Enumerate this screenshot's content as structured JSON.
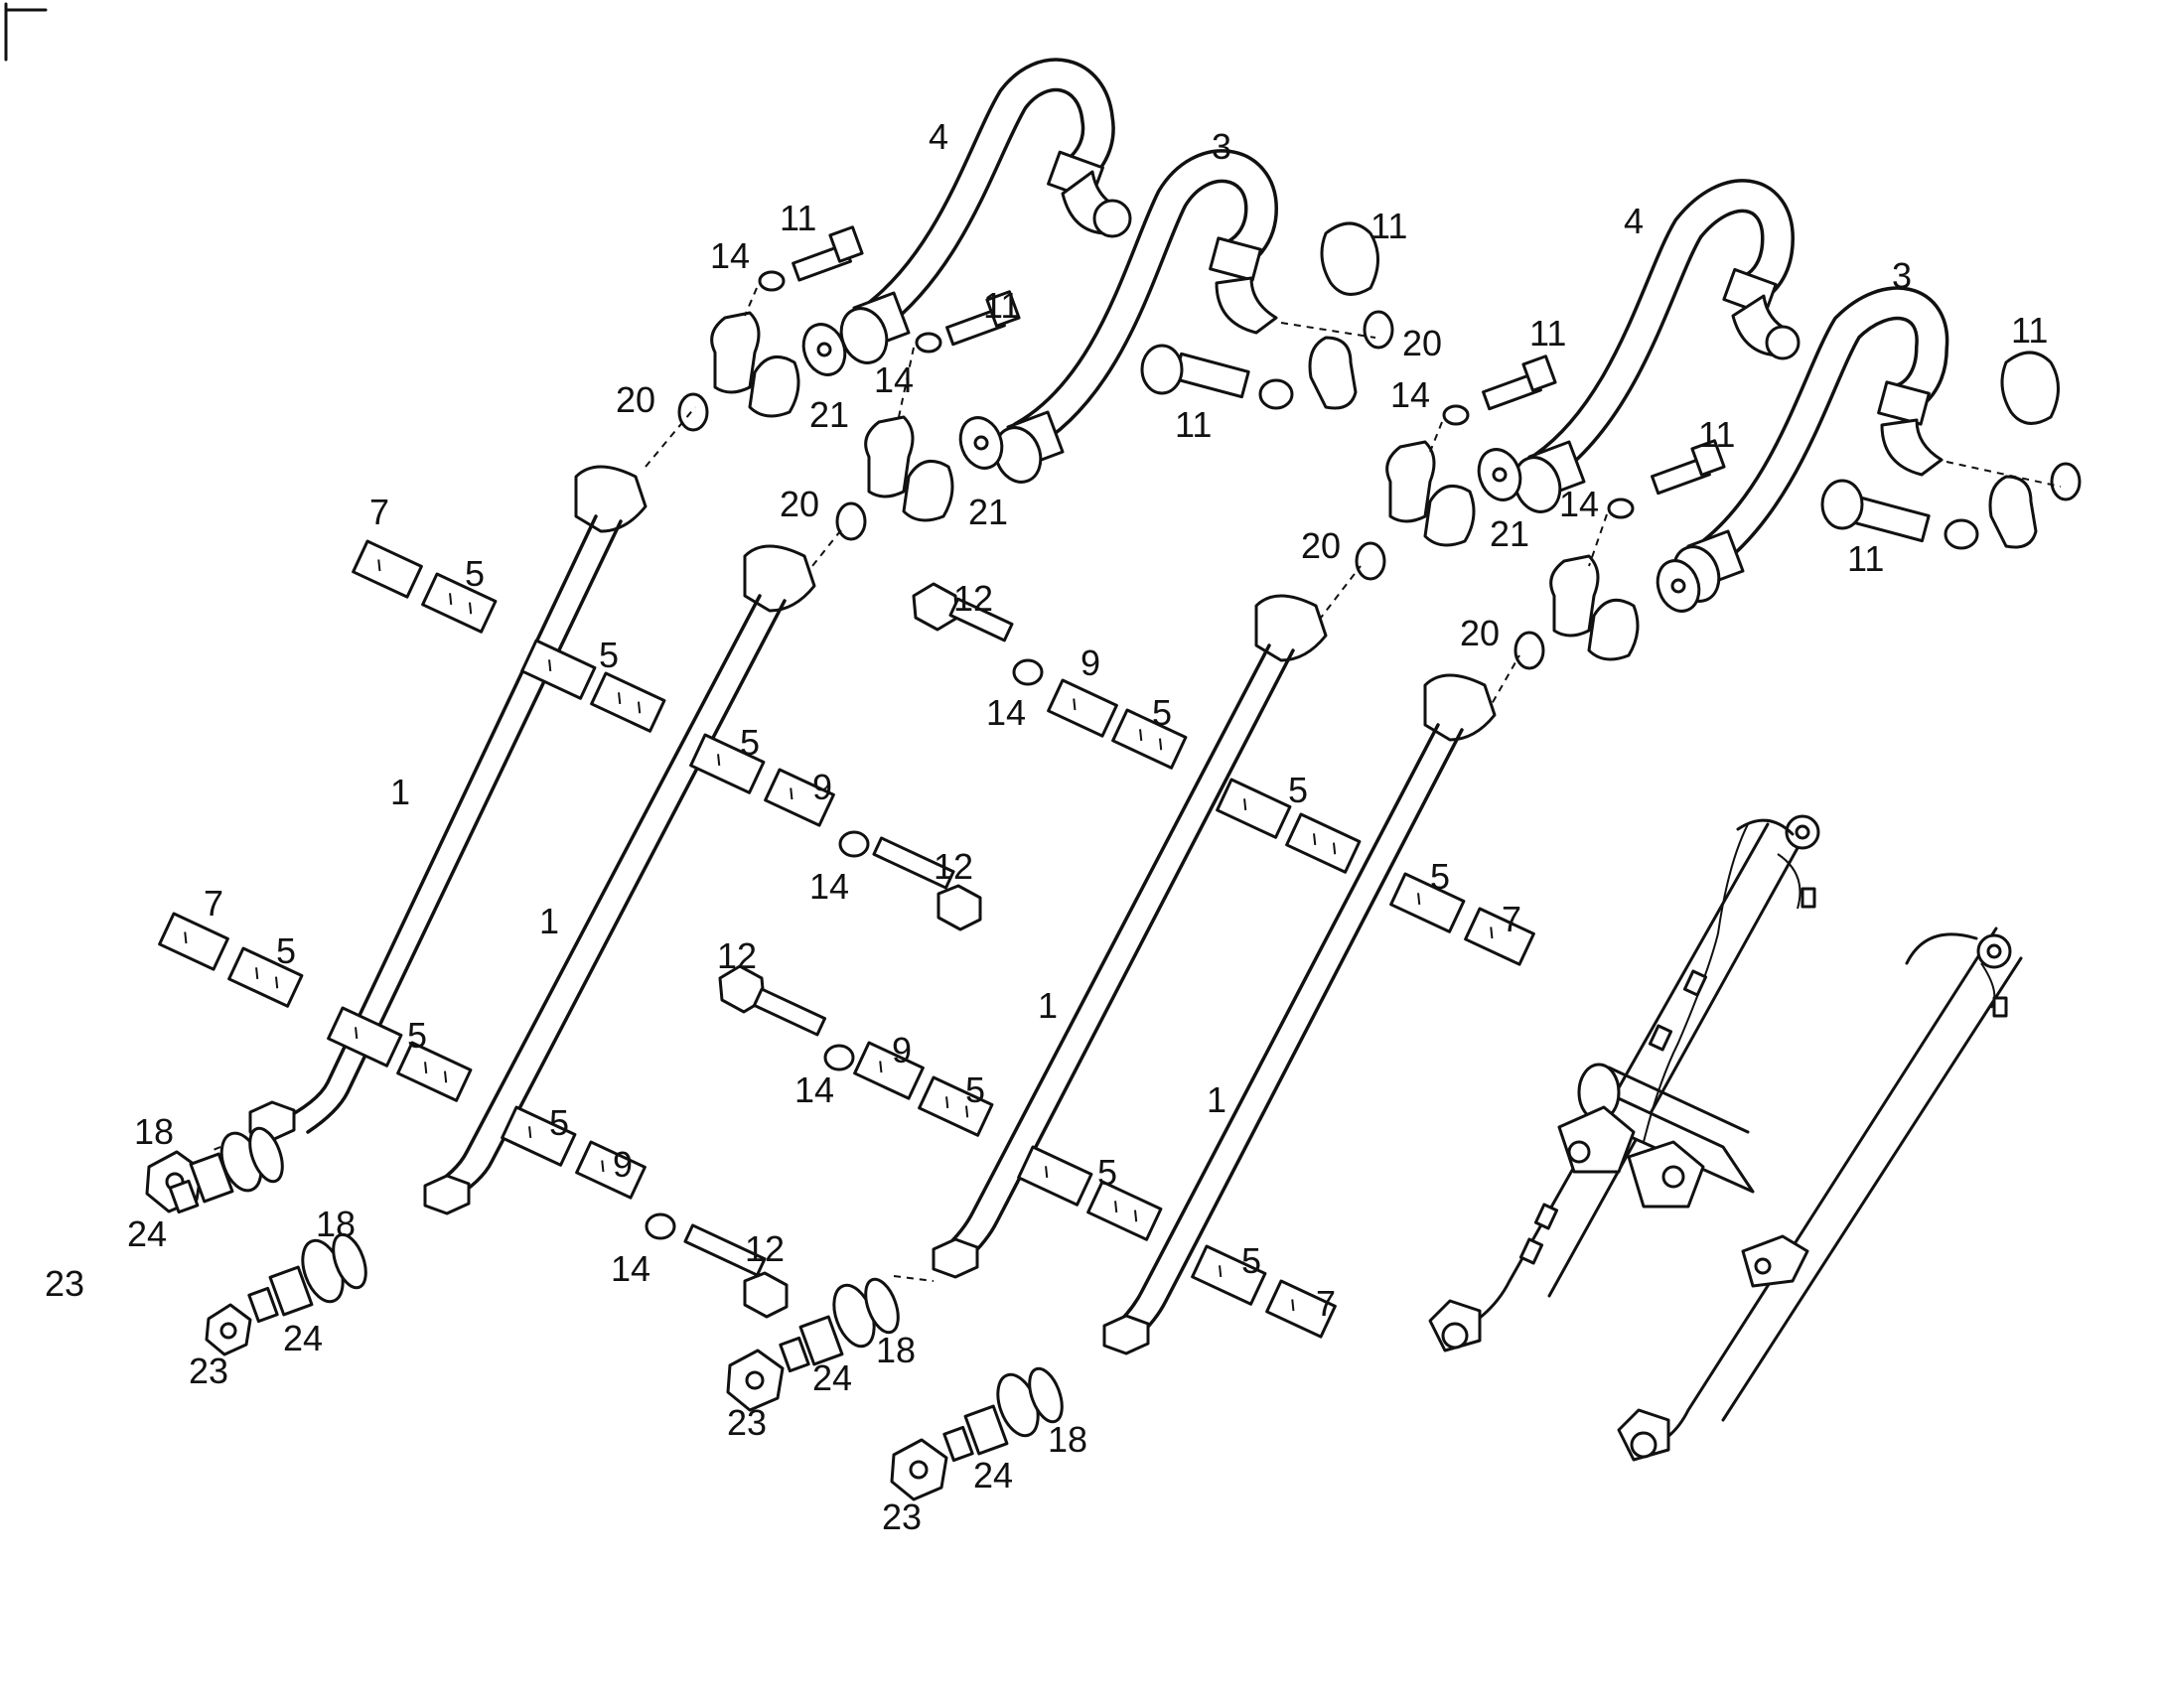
{
  "callouts": [
    {
      "id": "4",
      "label": "4"
    },
    {
      "id": "3",
      "label": "3"
    },
    {
      "id": "11",
      "label": "11"
    },
    {
      "id": "14",
      "label": "14"
    },
    {
      "id": "21",
      "label": "21"
    },
    {
      "id": "20",
      "label": "20"
    },
    {
      "id": "7",
      "label": "7"
    },
    {
      "id": "5",
      "label": "5"
    },
    {
      "id": "12",
      "label": "12"
    },
    {
      "id": "9",
      "label": "9"
    },
    {
      "id": "1",
      "label": "1"
    },
    {
      "id": "18",
      "label": "18"
    },
    {
      "id": "24",
      "label": "24"
    },
    {
      "id": "23",
      "label": "23"
    },
    {
      "id": "3b",
      "label": "3"
    }
  ]
}
